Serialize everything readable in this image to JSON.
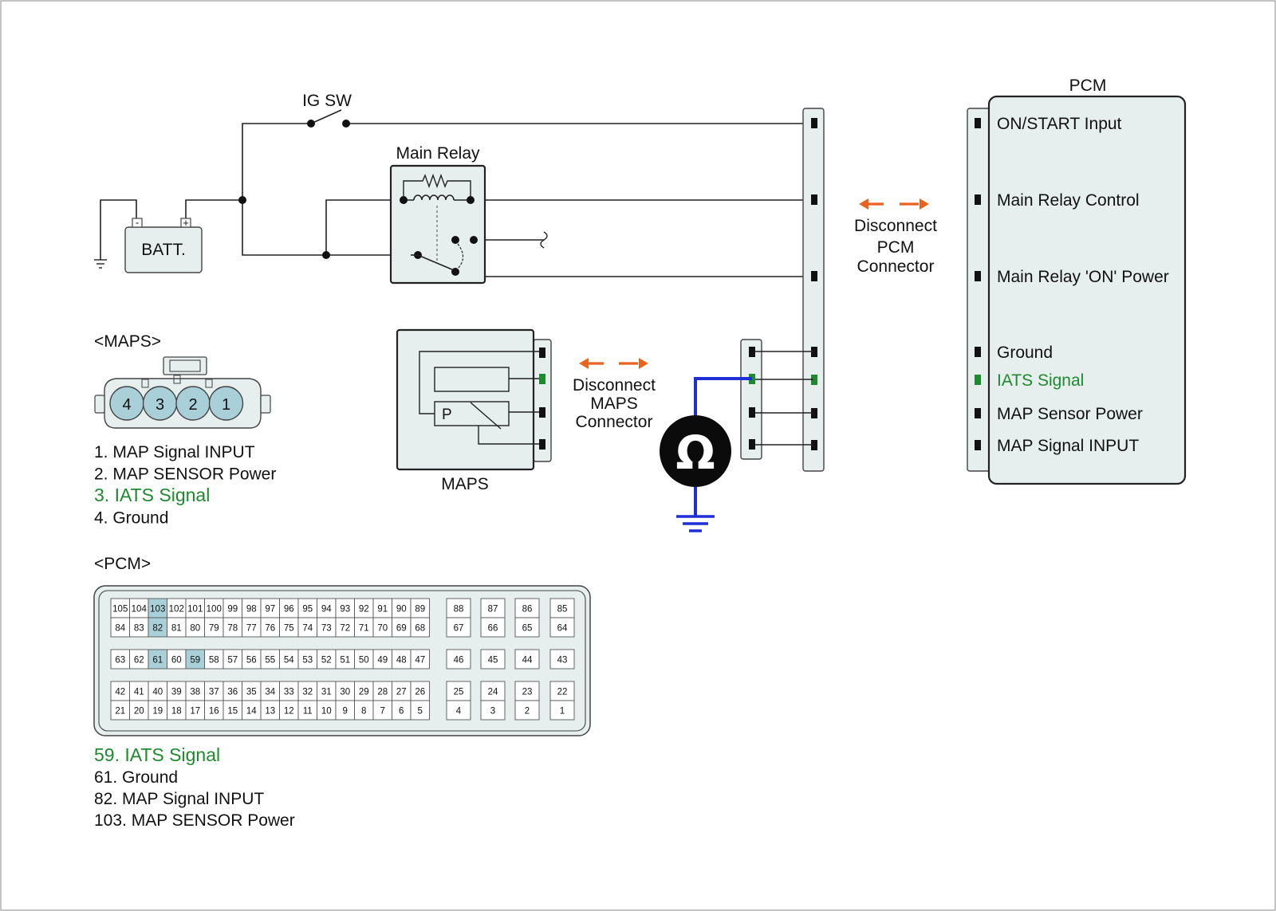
{
  "colors": {
    "signal_green": "#1e8a2e",
    "meter_wire_blue": "#1f2fd6",
    "arrow_orange": "#e8641e",
    "box_fill": "#e6eeee",
    "pin_highlight": "#a9d0d9"
  },
  "labels": {
    "ig_sw": "IG SW",
    "main_relay": "Main Relay",
    "batt": "BATT.",
    "maps_body": "MAPS",
    "maps_p": "P",
    "disconnect_maps": [
      "Disconnect",
      "MAPS",
      "Connector"
    ],
    "disconnect_pcm": [
      "Disconnect",
      "PCM",
      "Connector"
    ],
    "pcm_title": "PCM",
    "ohm_symbol": "Ω",
    "batt_minus": "-",
    "batt_plus": "+"
  },
  "pcm_terminals": [
    {
      "label": "ON/START Input",
      "highlight": false
    },
    {
      "label": "Main Relay Control",
      "highlight": false
    },
    {
      "label": "Main Relay 'ON' Power",
      "highlight": false
    },
    {
      "label": "Ground",
      "highlight": false
    },
    {
      "label": "IATS Signal",
      "highlight": true
    },
    {
      "label": "MAP Sensor Power",
      "highlight": false
    },
    {
      "label": "MAP Signal  INPUT",
      "highlight": false
    }
  ],
  "maps_connector": {
    "title": "<MAPS>",
    "pins": [
      "4",
      "3",
      "2",
      "1"
    ],
    "legend": [
      {
        "text": "1. MAP Signal  INPUT",
        "highlight": false
      },
      {
        "text": "2. MAP SENSOR Power",
        "highlight": false
      },
      {
        "text": "3. IATS Signal",
        "highlight": true
      },
      {
        "text": "4. Ground",
        "highlight": false
      }
    ]
  },
  "pcm_connector": {
    "title": "<PCM>",
    "highlighted_pins": [
      "103",
      "82",
      "61",
      "59"
    ],
    "row1": [
      "105",
      "104",
      "103",
      "102",
      "101",
      "100",
      "99",
      "98",
      "97",
      "96",
      "95",
      "94",
      "93",
      "92",
      "91",
      "90",
      "89"
    ],
    "row2": [
      "84",
      "83",
      "82",
      "81",
      "80",
      "79",
      "78",
      "77",
      "76",
      "75",
      "74",
      "73",
      "72",
      "71",
      "70",
      "69",
      "68"
    ],
    "row3": [
      "63",
      "62",
      "61",
      "60",
      "59",
      "58",
      "57",
      "56",
      "55",
      "54",
      "53",
      "52",
      "51",
      "50",
      "49",
      "48",
      "47"
    ],
    "row4": [
      "42",
      "41",
      "40",
      "39",
      "38",
      "37",
      "36",
      "35",
      "34",
      "33",
      "32",
      "31",
      "30",
      "29",
      "28",
      "27",
      "26"
    ],
    "row5": [
      "21",
      "20",
      "19",
      "18",
      "17",
      "16",
      "15",
      "14",
      "13",
      "12",
      "11",
      "10",
      "9",
      "8",
      "7",
      "6",
      "5"
    ],
    "small_row1": [
      "88",
      "87",
      "86",
      "85"
    ],
    "small_row2": [
      "67",
      "66",
      "65",
      "64"
    ],
    "small_row3": [
      "46",
      "45",
      "44",
      "43"
    ],
    "small_row4": [
      "25",
      "24",
      "23",
      "22"
    ],
    "small_row5": [
      "4",
      "3",
      "2",
      "1"
    ],
    "legend": [
      {
        "text": "59. IATS Signal",
        "highlight": true
      },
      {
        "text": "61. Ground",
        "highlight": false
      },
      {
        "text": "82. MAP Signal  INPUT",
        "highlight": false
      },
      {
        "text": "103. MAP SENSOR Power",
        "highlight": false
      }
    ]
  }
}
